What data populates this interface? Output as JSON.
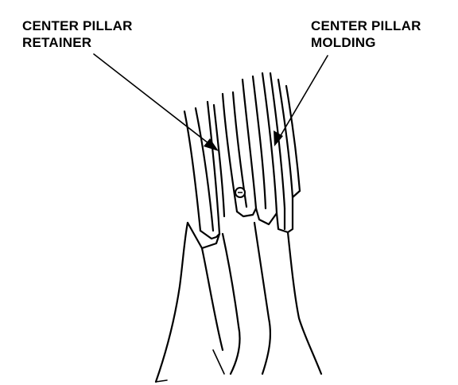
{
  "labels": {
    "retainer": {
      "line1": "CENTER PILLAR",
      "line2": "RETAINER"
    },
    "molding": {
      "line1": "CENTER PILLAR",
      "line2": "MOLDING"
    }
  },
  "colors": {
    "ink": "#000000",
    "background": "#ffffff"
  }
}
